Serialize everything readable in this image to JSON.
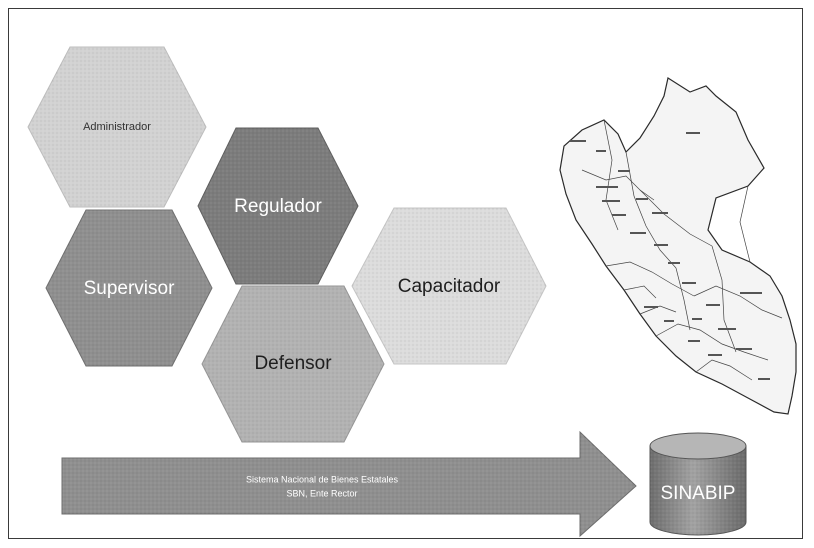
{
  "hexagons": {
    "administrador": "Administrador",
    "regulador": "Regulador",
    "supervisor": "Supervisor",
    "capacitador": "Capacitador",
    "defensor": "Defensor"
  },
  "arrow": {
    "line1": "Sistema Nacional de Bienes Estatales",
    "line2": "SBN, Ente Rector"
  },
  "database": {
    "label": "SINABIP"
  },
  "colors": {
    "hex_light": "#d2d2d2",
    "hex_mid": "#9a9a9a",
    "hex_dark": "#7c7c7c",
    "hex_pale": "#dcdcdc",
    "arrow_fill": "#8f8f8f",
    "cylinder": "#8a8a8a"
  },
  "map": {
    "icon": "peru-map-icon"
  }
}
